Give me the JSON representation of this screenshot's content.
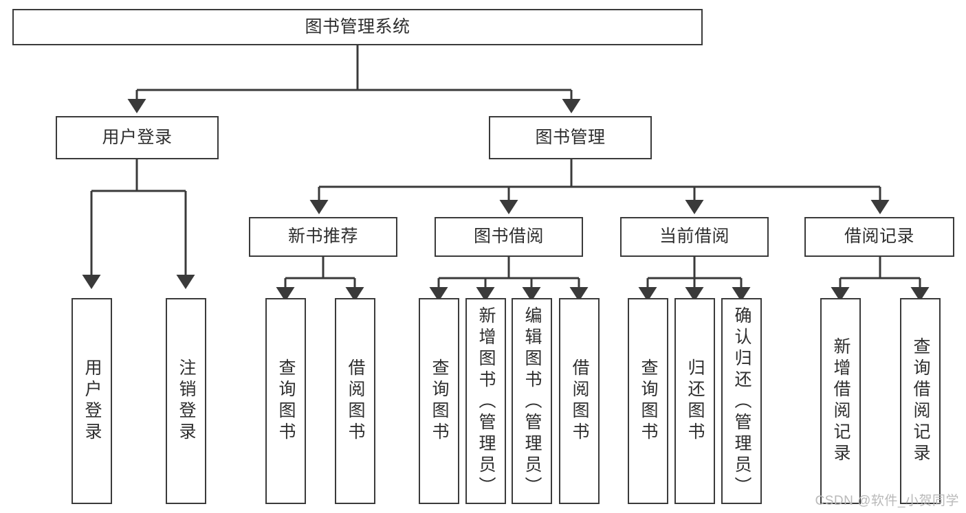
{
  "diagram": {
    "title": "图书管理系统",
    "type": "tree-hierarchy-diagram",
    "root": {
      "id": "root",
      "label": "图书管理系统"
    },
    "level2": [
      {
        "id": "user-login",
        "label": "用户登录"
      },
      {
        "id": "book-manage",
        "label": "图书管理"
      }
    ],
    "level3": [
      {
        "id": "new-book-rec",
        "label": "新书推荐",
        "parent": "book-manage"
      },
      {
        "id": "book-borrow",
        "label": "图书借阅",
        "parent": "book-manage"
      },
      {
        "id": "current-borrow",
        "label": "当前借阅",
        "parent": "book-manage"
      },
      {
        "id": "borrow-record",
        "label": "借阅记录",
        "parent": "book-manage"
      }
    ],
    "leaves": {
      "user-login": [
        {
          "id": "leaf-user-login",
          "label": "用户登录"
        },
        {
          "id": "leaf-logout",
          "label": "注销登录"
        }
      ],
      "new-book-rec": [
        {
          "id": "leaf-query-book-1",
          "label": "查询图书"
        },
        {
          "id": "leaf-borrow-book-1",
          "label": "借阅图书"
        }
      ],
      "book-borrow": [
        {
          "id": "leaf-query-book-2",
          "label": "查询图书"
        },
        {
          "id": "leaf-add-book",
          "label": "新增图书（管理员）"
        },
        {
          "id": "leaf-edit-book",
          "label": "编辑图书（管理员）"
        },
        {
          "id": "leaf-borrow-book-2",
          "label": "借阅图书"
        }
      ],
      "current-borrow": [
        {
          "id": "leaf-query-book-3",
          "label": "查询图书"
        },
        {
          "id": "leaf-return-book",
          "label": "归还图书"
        },
        {
          "id": "leaf-confirm-return",
          "label": "确认归还（管理员）"
        }
      ],
      "borrow-record": [
        {
          "id": "leaf-add-record",
          "label": "新增借阅记录"
        },
        {
          "id": "leaf-query-record",
          "label": "查询借阅记录"
        }
      ]
    }
  },
  "watermark": {
    "text": "CSDN @软件_小贺同学"
  },
  "colors": {
    "stroke": "#3a3a3a",
    "text": "#2e2e2e",
    "background": "#ffffff",
    "watermark": "#b9b9b9"
  }
}
